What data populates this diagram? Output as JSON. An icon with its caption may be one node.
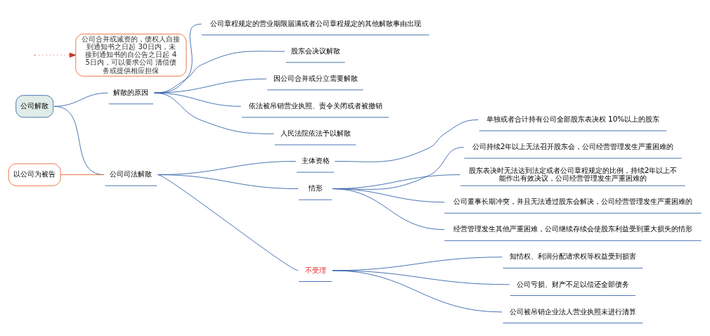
{
  "diagram": {
    "nodes": [
      {
        "text": [
          "公司解散"
        ]
      },
      {
        "text": [
          "解散的原因"
        ]
      },
      {
        "text": [
          "公司章程规定的营业期限届满或者公司章程规定的其他解散事由出现"
        ]
      },
      {
        "text": [
          "股东会决议解散"
        ]
      },
      {
        "text": [
          "因公司合并或分立需要解散"
        ]
      },
      {
        "text": [
          "依法被吊销营业执照、责令关闭或者被撤销"
        ]
      },
      {
        "text": [
          "人民法院依法予以解散"
        ]
      },
      {
        "text": [
          "公司司法解散"
        ]
      },
      {
        "text": [
          "主体资格"
        ]
      },
      {
        "text": [
          "单独或者合计持有公司全部股东表决权 10%以上的股东"
        ]
      },
      {
        "text": [
          "情形"
        ]
      },
      {
        "text": [
          "公司持续2年以上无法召开股东会，公司经营管理发生严重困难的"
        ]
      },
      {
        "text": [
          "股东表决时无法达到法定或者公司章程规定的比例，持续2年以上不能作出有效决议，公司经营管理发生严重困难的"
        ]
      },
      {
        "text": [
          "公司董事长期冲突，并且无法通过股东会解决，公司经营管理发生严重困难的"
        ]
      },
      {
        "text": [
          "经营管理发生其他严重困难，公司继续存续会使股东利益受到重大损失的情形"
        ]
      },
      {
        "text": [
          "不受理"
        ]
      },
      {
        "text": [
          "知情权、利润分配请求权等权益受到损害"
        ]
      },
      {
        "text": [
          "公司亏损、财产不足以偿还全部债务"
        ]
      },
      {
        "text": [
          "公司被吊销企业法人营业执照未进行清算"
        ]
      },
      {
        "text": [
          "以公司为被告"
        ]
      },
      {
        "text": [
          "公司合并或减资的，债权人自接到通知书之日起 30日内，未接到通知书的自公告之日起 45日内，可以要求公司 清偿债务或提供相应担保"
        ]
      }
    ],
    "edges": [
      {
        "from": 0,
        "to": 1,
        "arrow": "none"
      },
      {
        "from": 0,
        "to": 7,
        "arrow": "none"
      },
      {
        "from": 1,
        "to": 2,
        "arrow": "none"
      },
      {
        "from": 1,
        "to": 3,
        "arrow": "none"
      },
      {
        "from": 1,
        "to": 4,
        "arrow": "none"
      },
      {
        "from": 1,
        "to": 5,
        "arrow": "none"
      },
      {
        "from": 1,
        "to": 6,
        "arrow": "none"
      },
      {
        "from": 7,
        "to": 8,
        "arrow": "none"
      },
      {
        "from": 7,
        "to": 10,
        "arrow": "none"
      },
      {
        "from": 7,
        "to": 15,
        "arrow": "none"
      },
      {
        "from": 8,
        "to": 9,
        "arrow": "none"
      },
      {
        "from": 10,
        "to": 11,
        "arrow": "none"
      },
      {
        "from": 10,
        "to": 12,
        "arrow": "none"
      },
      {
        "from": 10,
        "to": 13,
        "arrow": "none"
      },
      {
        "from": 10,
        "to": 14,
        "arrow": "none"
      },
      {
        "from": 15,
        "to": 16,
        "arrow": "none"
      },
      {
        "from": 15,
        "to": 17,
        "arrow": "none"
      },
      {
        "from": 15,
        "to": 18,
        "arrow": "none"
      },
      {
        "from": 19,
        "to": 7,
        "arrow": "none",
        "color": "#e8602c"
      },
      {
        "from": null,
        "to": 20,
        "arrow": "to",
        "style": "dashed",
        "color": "#c0392b"
      }
    ]
  }
}
